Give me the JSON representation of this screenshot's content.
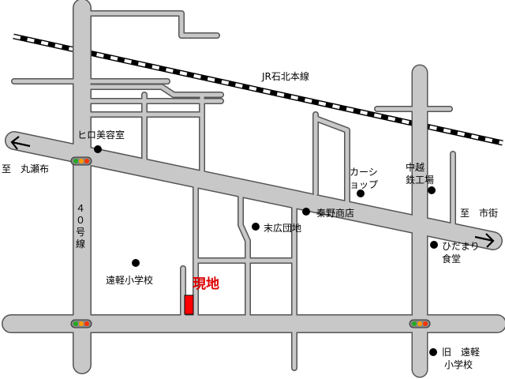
{
  "map": {
    "railway": {
      "label": "JR石北本線"
    },
    "route_40": {
      "label_chars": [
        "４",
        "０",
        "号",
        "線"
      ]
    },
    "directions": {
      "west": "至　丸瀬布",
      "east": "至　市街"
    },
    "site": {
      "label": "現地"
    },
    "landmarks": {
      "hiro_salon": "ヒロ美容室",
      "car_shop_line1": "カーシ",
      "car_shop_line2": "ョップ",
      "nakagoshi_line1": "中越",
      "nakagoshi_line2": "鉄工場",
      "hatano_store": "秦野商店",
      "suehiro_danchi": "末広団地",
      "hidamari_line1": "ひだまり",
      "hidamari_line2": "食堂",
      "engaru_school": "遠軽小学校",
      "old_school_line1": "旧　遠軽",
      "old_school_line2": "小学校"
    }
  },
  "colors": {
    "road_fill": "#c8c8c8",
    "road_outline": "#555555",
    "site_red": "#ff0000",
    "site_label_red": "#dd0000",
    "rail_black": "#000000",
    "signal_amber": "#ff9a00",
    "signal_green": "#22aa22"
  }
}
